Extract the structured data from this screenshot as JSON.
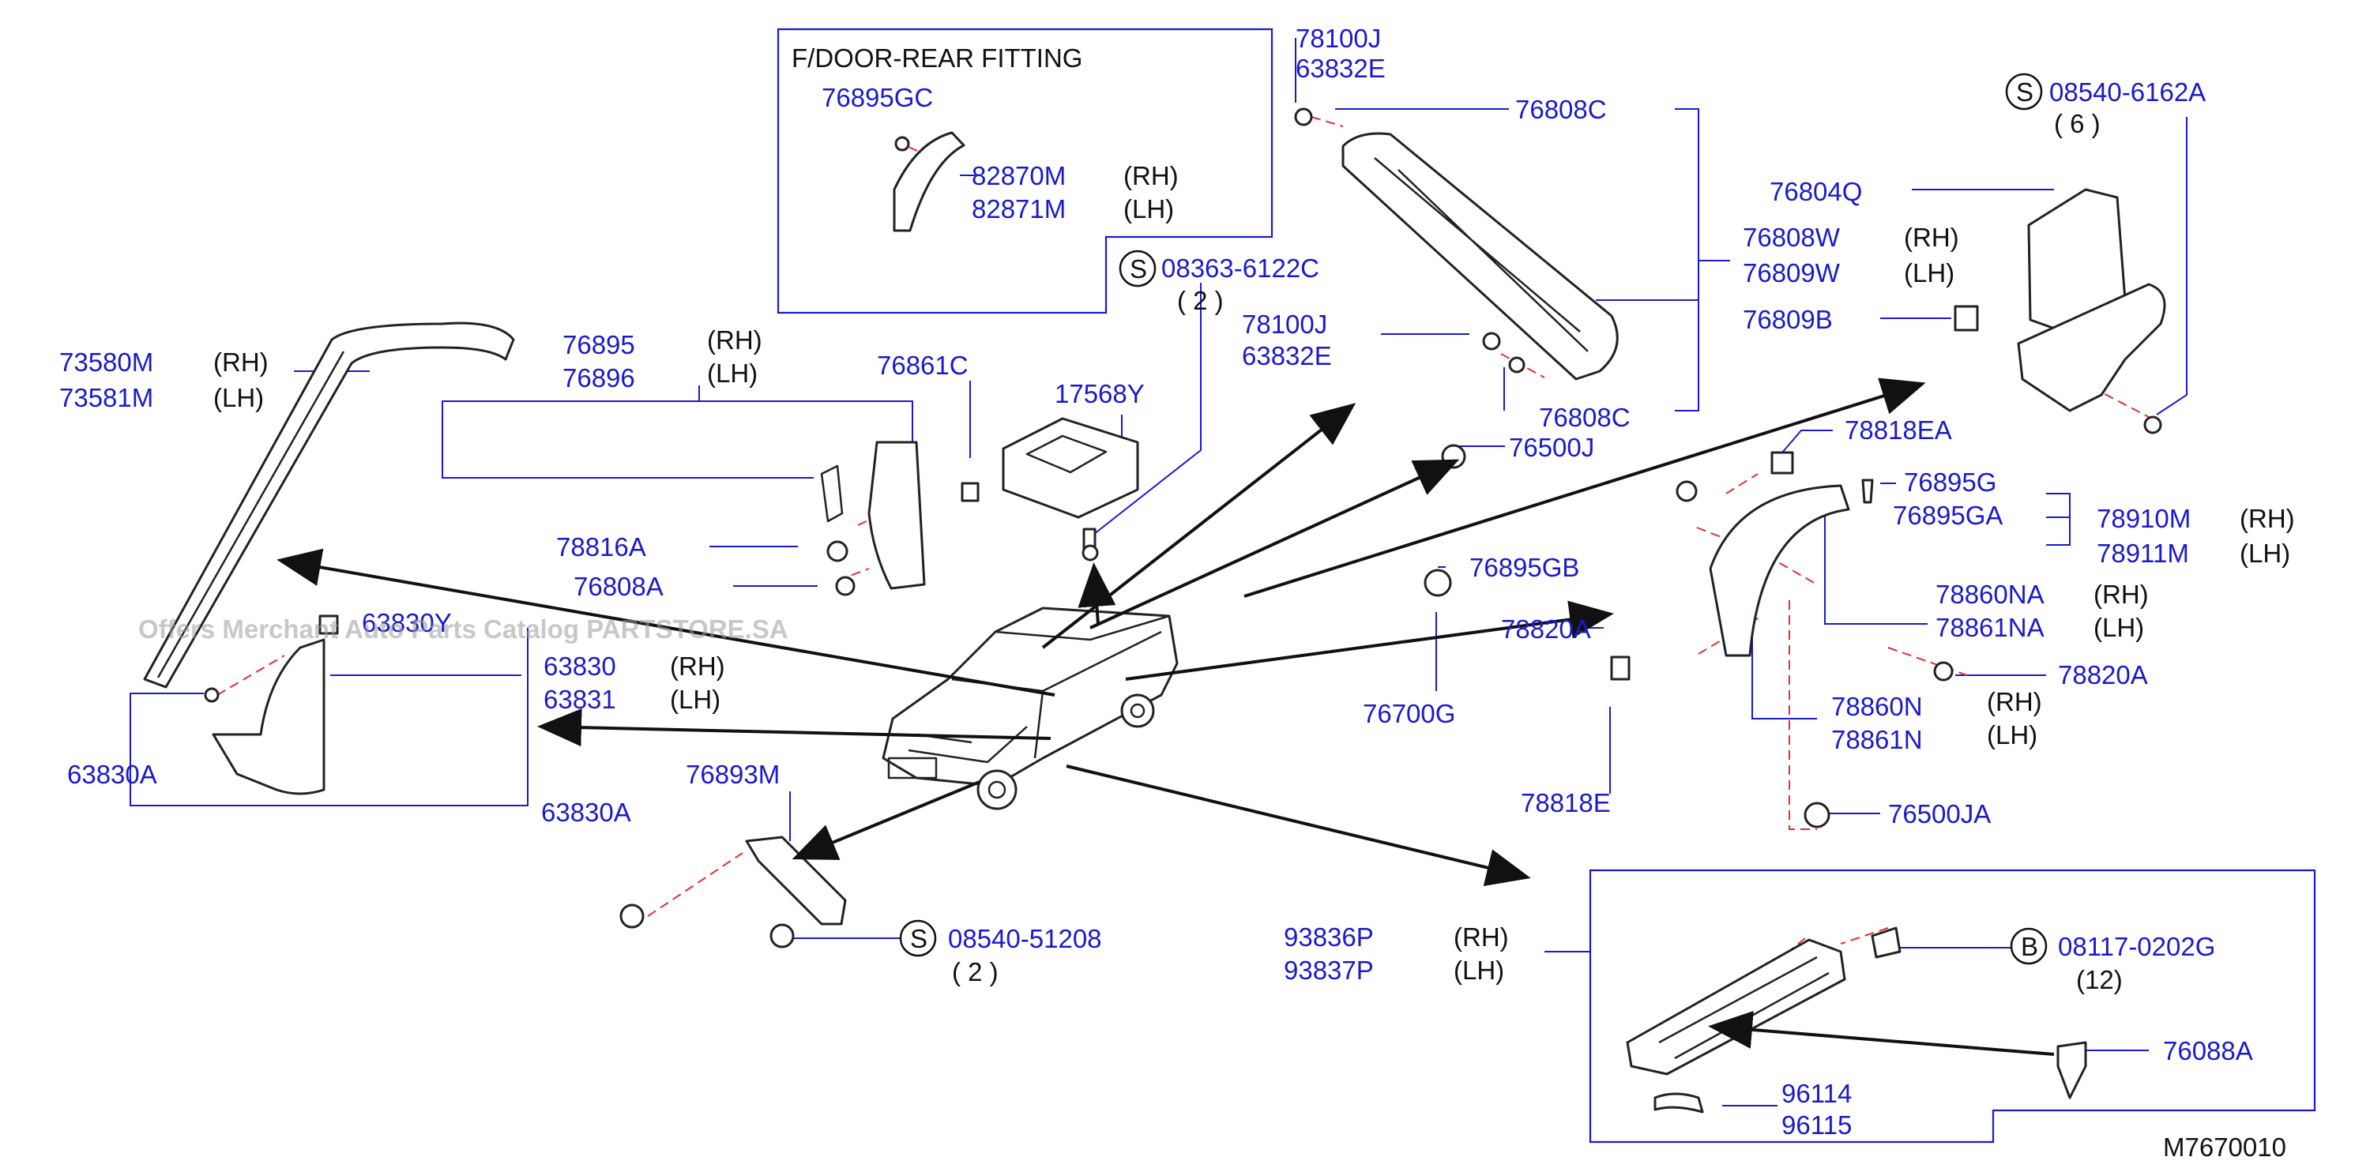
{
  "diagram": {
    "code": "M7670010",
    "watermark": "Offers Merchant Auto Parts Catalog PARTSTORE.SA",
    "inset_title": "F/DOOR-REAR  FITTING",
    "labels": {
      "p76895GC": "76895GC",
      "p82870M": "82870M",
      "p82871M": "82871M",
      "rh_inset": "(RH)",
      "lh_inset": "(LH)",
      "s0836": "08363-6122C",
      "q0836": "( 2 )",
      "p78100J_a": "78100J",
      "p63832E_a": "63832E",
      "p76808C_a": "76808C",
      "s08540a": "08540-6162A",
      "q08540a": "( 6 )",
      "p76804Q": "76804Q",
      "p76808W": "76808W",
      "p76809W": "76809W",
      "rh_w": "(RH)",
      "lh_w": "(LH)",
      "p76809B": "76809B",
      "p78100J_b": "78100J",
      "p63832E_b": "63832E",
      "p76808C_b": "76808C",
      "p76500J": "76500J",
      "p73580M": "73580M",
      "rh_73": "(RH)",
      "p73581M": "73581M",
      "lh_73": "(LH)",
      "p76895": "76895",
      "rh_768": "(RH)",
      "p76896": "76896",
      "lh_768": "(LH)",
      "p76861C": "76861C",
      "p17568Y": "17568Y",
      "p78818EA": "78818EA",
      "p76895G": "76895G",
      "p76895GA": "76895GA",
      "p78910M": "78910M",
      "rh_789": "(RH)",
      "p78911M": "78911M",
      "lh_789": "(LH)",
      "p78816A": "78816A",
      "p76808A": "76808A",
      "p63830Y": "63830Y",
      "p76895GB": "76895GB",
      "p78820A_a": "78820A",
      "p78861NA": "78861NA",
      "p78860NA": "78860NA",
      "rh_788": "(RH)",
      "lh_788": "(LH)",
      "p63830": "63830",
      "rh_638": "(RH)",
      "p63831": "63831",
      "lh_638": "(LH)",
      "p78820A": "78820A",
      "p76700G": "76700G",
      "p78860N": "78860N",
      "rh_7886": "(RH)",
      "p78861N": "78861N",
      "lh_7886": "(LH)",
      "p63830A_a": "63830A",
      "p76893M": "76893M",
      "p78818E": "78818E",
      "p76500JA": "76500JA",
      "p63830A_b": "63830A",
      "s08540b": "08540-51208",
      "q08540b": "( 2 )",
      "p93836P": "93836P",
      "rh_938": "(RH)",
      "p93837P": "93837P",
      "lh_938": "(LH)",
      "b08117": "08117-0202G",
      "q08117": "(12)",
      "p76088A": "76088A",
      "p96114": "96114",
      "p96115": "96115",
      "s_symbol": "S",
      "b_symbol": "B"
    }
  }
}
